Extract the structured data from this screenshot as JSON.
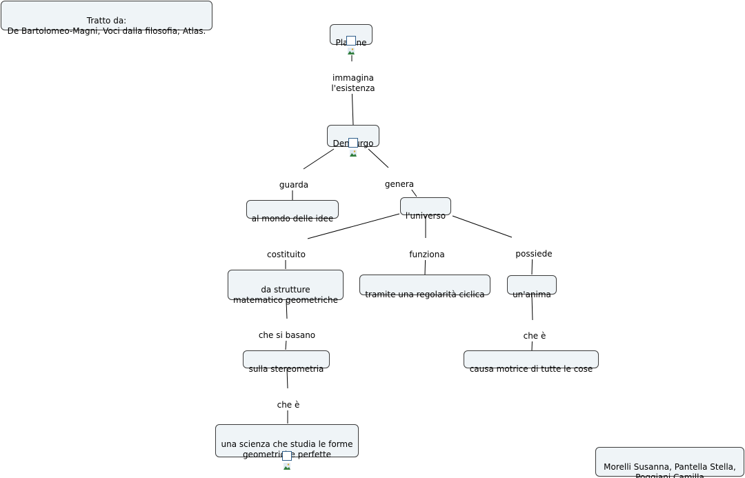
{
  "source_note": "Tratto da:\nDe Bartolomeo-Magni, Voci dalla filosofia; Atlas.",
  "authors_note": "Morelli Susanna, Pantella Stella,\nPoggiani Camilla",
  "nodes": {
    "platone": {
      "label": "Platone",
      "icon": "image-icon"
    },
    "demiurgo": {
      "label": "Demiurgo",
      "icon": "image-icon"
    },
    "mondo_idee": {
      "label": "al mondo delle idee"
    },
    "universo": {
      "label": "l'universo"
    },
    "strutture": {
      "label": "da strutture\nmatematico geometriche"
    },
    "regolarita": {
      "label": "tramite una regolarità ciclica"
    },
    "anima": {
      "label": "un'anima"
    },
    "stereometria": {
      "label": "sulla stereometria"
    },
    "causa": {
      "label": "causa motrice di tutte le cose"
    },
    "scienza": {
      "label": "una scienza che studia le forme\ngeometriche perfette",
      "icon": "image-icon"
    }
  },
  "links": {
    "immagina": "immagina\nl'esistenza",
    "guarda": "guarda",
    "genera": "genera",
    "costituito": "costituito",
    "funziona": "funziona",
    "possiede": "possiede",
    "che_si_basano": "che si basano",
    "che_e_anima": "che è",
    "che_e_stereo": "che è"
  },
  "colors": {
    "node_fill": "#eff4f7",
    "node_border": "#3a3a3a",
    "line": "#000000"
  }
}
